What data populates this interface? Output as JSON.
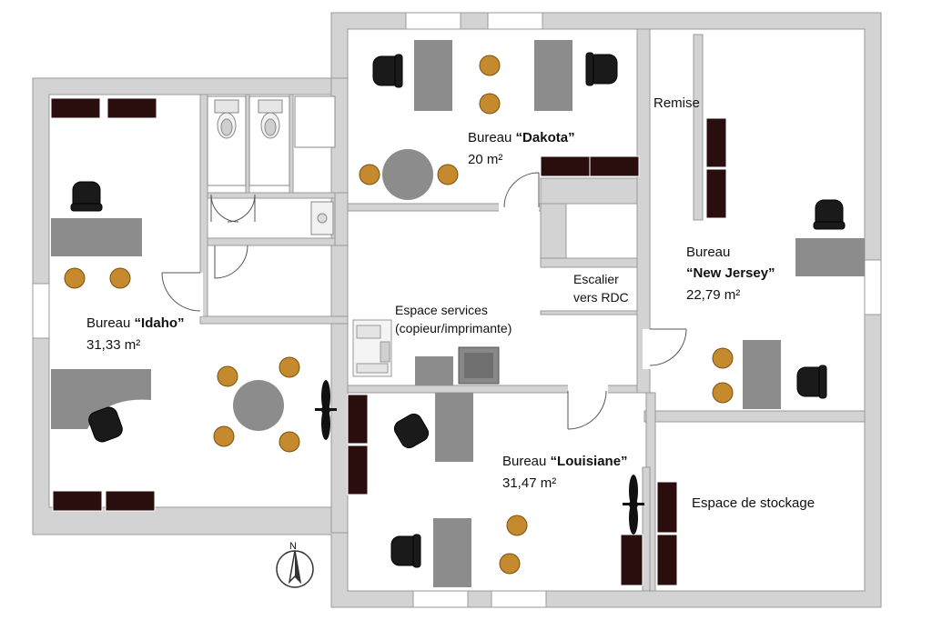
{
  "rooms": {
    "dakota": {
      "name_prefix": "Bureau ",
      "name": "“Dakota”",
      "area": "20 m²"
    },
    "idaho": {
      "name_prefix": "Bureau ",
      "name": "“Idaho”",
      "area": "31,33 m²"
    },
    "newjersey": {
      "prefix": "Bureau",
      "name": "“New Jersey”",
      "area": "22,79 m²"
    },
    "louisiane": {
      "name_prefix": "Bureau ",
      "name": "“Louisiane”",
      "area": "31,47 m²"
    }
  },
  "labels": {
    "remise": "Remise",
    "escalier_line1": "Escalier",
    "escalier_line2": "vers RDC",
    "services_line1": "Espace services",
    "services_line2": "(copieur/imprimante)",
    "stockage": "Espace de stockage",
    "north": "N"
  },
  "colors": {
    "wall": "#d3d3d3",
    "wall_edge": "#9a9a9a",
    "desk": "#8c8c8c",
    "cabinet": "#2a0d0d",
    "chair_seat": "#c68a2e",
    "office_chair": "#1a1a1a"
  }
}
